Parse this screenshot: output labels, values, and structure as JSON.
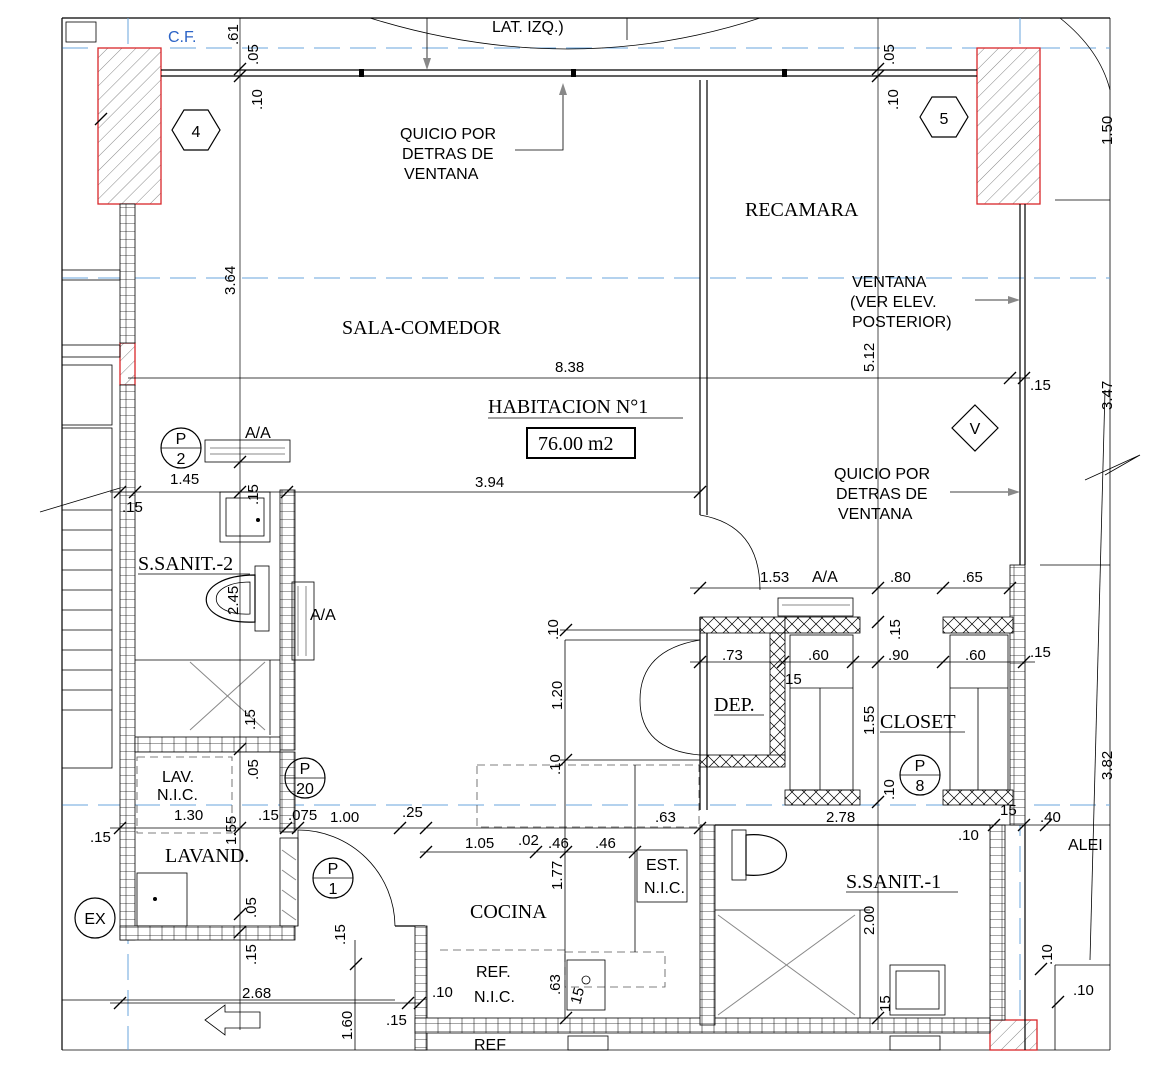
{
  "plan": {
    "cf_label": "C.F.",
    "top_fragment": "LAT. IZQ.)",
    "grid_markers": [
      "4",
      "5"
    ],
    "rooms": {
      "sala_comedor": "SALA-COMEDOR",
      "recamara": "RECAMARA",
      "habitacion": "HABITACION N°1",
      "area": "76.00 m2",
      "s_sanit_2": "S.SANIT.-2",
      "lavand": "LAVAND.",
      "cocina": "COCINA",
      "dep": "DEP.",
      "closet": "CLOSET",
      "s_sanit_1": "S.SANIT.-1"
    },
    "notes": {
      "quicio_1": [
        "QUICIO POR",
        "DETRAS DE",
        "VENTANA"
      ],
      "quicio_2": [
        "QUICIO POR",
        "DETRAS DE",
        "VENTANA"
      ],
      "ventana": [
        "VENTANA",
        "(VER ELEV.",
        "POSTERIOR)"
      ],
      "aa_1": "A/A",
      "aa_2": "A/A",
      "aa_3": "A/A",
      "lav_nic": [
        "LAV.",
        "N.I.C."
      ],
      "est_nic": [
        "EST.",
        "N.I.C."
      ],
      "ref_nic": [
        "REF.",
        "N.I.C."
      ],
      "ref_fragment": "REF",
      "alei_fragment": "ALEI",
      "ex": "EX",
      "v_marker": "V"
    },
    "doors": [
      {
        "top": "P",
        "bottom": "2"
      },
      {
        "top": "P",
        "bottom": "20"
      },
      {
        "top": "P",
        "bottom": "1"
      },
      {
        "top": "P",
        "bottom": "8"
      }
    ],
    "dimensions": {
      "d_61": ".61",
      "d_05a": ".05",
      "d_10a": ".10",
      "d_05b": ".05",
      "d_10b": ".10",
      "d_150": "1.50",
      "d_364": "3.64",
      "d_838": "8.38",
      "d_512": "5.12",
      "d_15a": ".15",
      "d_347": "3.47",
      "d_145": "1.45",
      "d_15b": ".15",
      "d_394": "3.94",
      "d_15c": ".15",
      "d_245": "2.45",
      "d_153": "1.53",
      "d_80": ".80",
      "d_65": ".65",
      "d_10c": ".10",
      "d_15d": ".15",
      "d_120": "1.20",
      "d_73": ".73",
      "d_60a": ".60",
      "d_15e": "15",
      "d_90": ".90",
      "d_60b": ".60",
      "d_15f": ".15",
      "d_155a": "1.55",
      "d_10d": ".10",
      "d_15g": ".15",
      "d_05c": ".05",
      "d_382": "3.82",
      "d_130": "1.30",
      "d_155b": "1.55",
      "d_15h": ".15",
      "d_075": ".075",
      "d_100": "1.00",
      "d_25": ".25",
      "d_63a": ".63",
      "d_278": "2.78",
      "d_10e": ".10",
      "d_15i": "15",
      "d_40": ".40",
      "d_10f": ".10",
      "d_15j": ".15",
      "d_105": "1.05",
      "d_02": ".02",
      "d_46a": ".46",
      "d_46b": ".46",
      "d_177": "1.77",
      "d_05d": ".05",
      "d_15k": ".15",
      "d_200": "2.00",
      "d_15l": ".15",
      "d_10g": ".10",
      "d_268": "2.68",
      "d_10h": ".10",
      "d_63b": ".63",
      "d_15m": "15",
      "d_15n": ".15",
      "d_160": "1.60",
      "d_10i": ".10",
      "d_15o": "15"
    }
  }
}
